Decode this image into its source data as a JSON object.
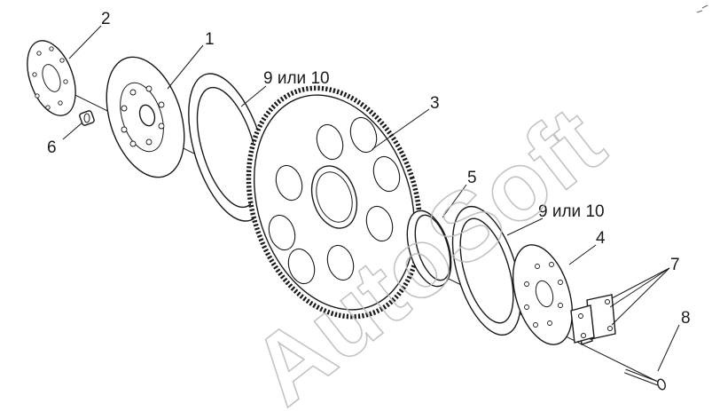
{
  "callouts": {
    "c1": "1",
    "c2": "2",
    "c3": "3",
    "c4": "4",
    "c5": "5",
    "c6": "6",
    "c7": "7",
    "c8": "8",
    "c9a": "9 или 10",
    "c9b": "9 или 10"
  },
  "watermark": "AutoSoft",
  "colors": {
    "line": "#1a1a1a",
    "watermark": "#b9b9b9",
    "background": "#ffffff"
  }
}
